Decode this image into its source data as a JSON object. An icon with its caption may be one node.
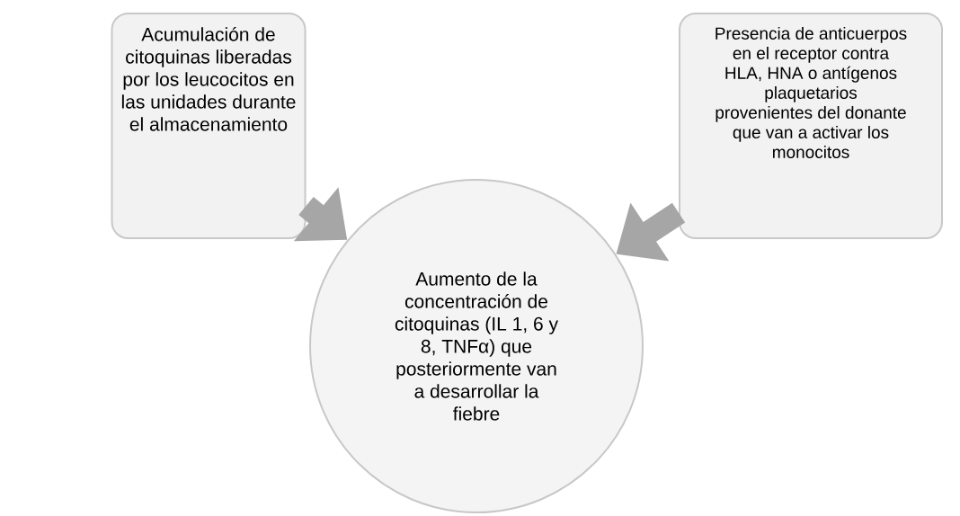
{
  "diagram": {
    "nodes": [
      {
        "text": [
          "Acumulación de citoquinas liberadas por los leucocitos en las unidades durante el almacenamiento"
        ]
      },
      {
        "text": [
          "Presencia de anticuerpos en el receptor contra HLA, HNA o antígenos plaquetarios provenientes del donante que van a activar los monocitos"
        ]
      },
      {
        "text": [
          "Aumento de la concentración de citoquinas (IL 1, 6 y 8, TNFα) que posteriormente van a desarrollar la fiebre"
        ]
      }
    ],
    "edges": [
      {
        "from": 0,
        "to": 2,
        "arrow": "to"
      },
      {
        "from": 1,
        "to": 2,
        "arrow": "to"
      }
    ]
  }
}
